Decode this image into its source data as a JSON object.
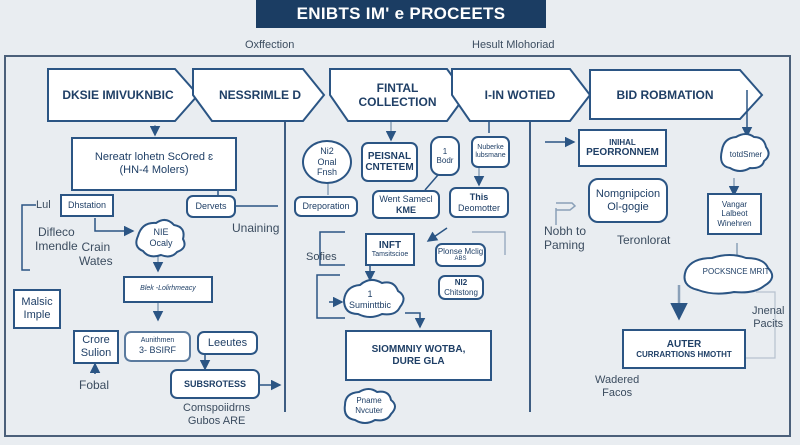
{
  "header": {
    "title": "ENIBTS IM' e PROCEETS",
    "left_label": "Oxffection",
    "right_label": "Hesult Mlohoriad"
  },
  "stages": [
    {
      "label": "DKSIE IMIVUKNBIC"
    },
    {
      "label": "NESSRIMLE D"
    },
    {
      "line1": "FINTAL",
      "line2": "COLLECTION"
    },
    {
      "label": "I-IN WOTIED"
    },
    {
      "label": "BID ROBMATION"
    }
  ],
  "left_section": {
    "main_box": {
      "line1": "Nereatr lohetn ScOred ɛ",
      "line2": "(HN-4 Molers)"
    },
    "dhstation": "Dhstation",
    "dervets": "Dervets",
    "lul_label": "Lul",
    "difleco": {
      "line1": "Difleco",
      "line2": "Imendle"
    },
    "crain": {
      "line1": "Crain",
      "line2": "Wates"
    },
    "unaining": "Unaining",
    "nie_cloud": {
      "line1": "NIE",
      "line2": "Ocaly"
    },
    "malsic": {
      "line1": "Malsic",
      "line2": "Imple"
    },
    "bleck_box": "Blek -Lolirhmeacy",
    "crore": {
      "line1": "Crore",
      "line2": "Sulion"
    },
    "aunithmen": {
      "line1": "Aunithmen",
      "line2": "3- BSIRF"
    },
    "leeutes": "Leeutes",
    "subsrotess": "SUBSROTESS",
    "fobal": "Fobal",
    "compositions": {
      "line1": "Comspoiidrns",
      "line2": "Gubos ARE"
    }
  },
  "middle_section": {
    "ni2_oval": {
      "line1": "Ni2",
      "line2": "Onal",
      "line3": "Fnsh"
    },
    "personal": {
      "line1": "PEISNAL",
      "line2": "CNTETEM"
    },
    "one_bottle": {
      "line1": "1",
      "line2": "Bodr"
    },
    "nuberke": {
      "line1": "Nuberke",
      "line2": "lubsmane"
    },
    "dreporation": "Dreporation",
    "went_samecl": {
      "line1": "Went Samecl",
      "line2": "KME"
    },
    "this_box": {
      "line1": "This",
      "line2": "Deomotter"
    },
    "sofies": "Sofies",
    "inft": {
      "line1": "INFT",
      "line2": "Tamsitscioe"
    },
    "plonse": {
      "line1": "Plonse Mclig",
      "line2": "ABS"
    },
    "ni2_box": {
      "line1": "NI2",
      "line2": "Chitstong"
    },
    "cloud_summ": {
      "line1": "1",
      "line2": "Suminttbic"
    },
    "siommniy": {
      "line1": "SIOMMNIY WOTBA,",
      "line2": "DURE GLA"
    },
    "pname_cloud": {
      "line1": "Pname",
      "line2": "Nvcuter"
    }
  },
  "right_section": {
    "inihal": {
      "line1": "INIHAL",
      "line2": "PEORRONNEM"
    },
    "nomgnipcion": {
      "line1": "Nomgnipcion",
      "line2": "Ol-gogie"
    },
    "nobh": {
      "line1": "Nobh to",
      "line2": "Paming"
    },
    "teronlorat": "Teronlorat",
    "cloud_top": "totdSmer",
    "vangar": {
      "line1": "Vangar",
      "line2": "Lalbeot",
      "line3": "Winehren"
    },
    "pocksnce": "POCKSNCE MRIT",
    "jnenal": {
      "line1": "Jnenal",
      "line2": "Pacits"
    },
    "auter": {
      "line1": "AUTER",
      "line2": "CURRARTIONS HMOTHT"
    },
    "wadered": {
      "line1": "Wadered",
      "line2": "Facos"
    }
  }
}
